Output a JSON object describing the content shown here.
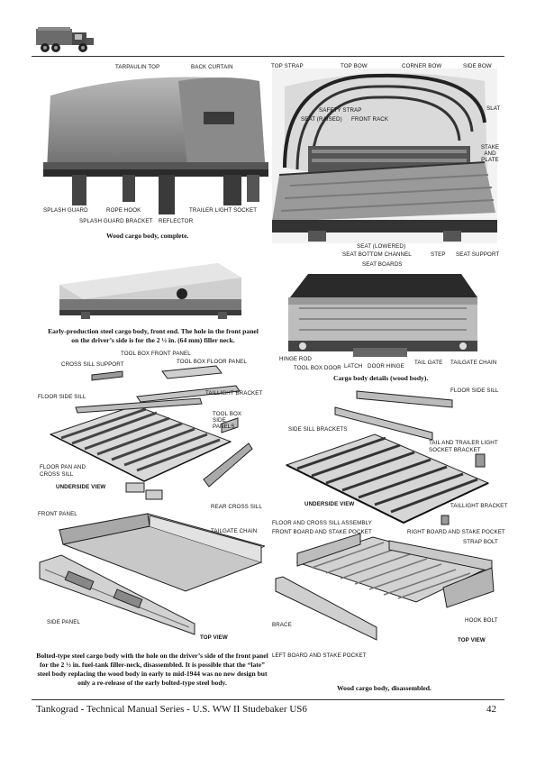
{
  "captions": {
    "wood_complete": "Wood cargo body, complete.",
    "early_steel": "Early-production steel cargo body, front end. The hole in the front panel on the driver’s side is for the 2 ½ in. (64 mm) filler neck.",
    "wood_details": "Cargo body details (wood body).",
    "bolted_steel": "Bolted-type steel cargo body with the hole on the driver’s side of the front panel for the 2 ½ in. fuel-tank filler-neck, disassembled. It is possible that the “late” steel body replacing the wood body in early to mid-1944 was no new design but only a re-release of the early bolted-type steel body.",
    "wood_disassembled": "Wood cargo body, disassembled."
  },
  "fig1_labels": {
    "tarpaulin_top": "TARPAULIN TOP",
    "back_curtain": "BACK CURTAIN",
    "splash_guard": "SPLASH GUARD",
    "rope_hook": "ROPE HOOK",
    "splash_guard_bracket": "SPLASH GUARD BRACKET",
    "reflector": "REFLECTOR",
    "trailer_light_socket": "TRAILER LIGHT SOCKET"
  },
  "fig2_labels": {
    "top_strap": "TOP STRAP",
    "top_bow": "TOP BOW",
    "corner_bow": "CORNER BOW",
    "side_bow": "SIDE BOW",
    "safety_strap": "SAFETY STRAP",
    "seat_raised": "SEAT (RAISED)",
    "front_rack": "FRONT RACK",
    "slat": "SLAT",
    "stake_and_plate": "STAKE AND PLATE",
    "seat_lowered": "SEAT (LOWERED)",
    "seat_bottom_channel": "SEAT BOTTOM CHANNEL",
    "step": "STEP",
    "seat_support": "SEAT SUPPORT"
  },
  "fig4_labels": {
    "seat_boards": "SEAT BOARDS",
    "hinge_rod": "HINGE ROD",
    "tool_box_door": "TOOL BOX DOOR",
    "latch": "LATCH",
    "door_hinge": "DOOR HINGE",
    "tail_gate": "TAIL GATE",
    "tailgate_chain": "TAILGATE CHAIN"
  },
  "fig5_labels": {
    "tool_box_front_panel": "TOOL BOX FRONT PANEL",
    "cross_sill_support": "CROSS SILL SUPPORT",
    "tool_box_floor_panel": "TOOL BOX FLOOR PANEL",
    "floor_side_sill": "FLOOR SIDE SILL",
    "taillight_bracket": "TAILLIGHT BRACKET",
    "tool_box_side_panels": "TOOL BOX SIDE PANELS",
    "floor_pan_and_cross_sill": "FLOOR PAN AND CROSS SILL",
    "underside_view": "UNDERSIDE VIEW",
    "rear_cross_sill": "REAR CROSS SILL",
    "front_panel": "FRONT PANEL",
    "tailgate_chain": "TAILGATE CHAIN",
    "side_panel": "SIDE PANEL",
    "top_view": "TOP VIEW"
  },
  "fig6_labels": {
    "floor_side_sill": "FLOOR SIDE SILL",
    "side_sill_brackets": "SIDE SILL BRACKETS",
    "tail_and_trailer_light_socket_bracket": "TAIL AND TRAILER LIGHT SOCKET BRACKET",
    "underside_view": "UNDERSIDE VIEW",
    "taillight_bracket": "TAILLIGHT BRACKET",
    "floor_and_cross_sill_assembly": "FLOOR AND CROSS SILL ASSEMBLY",
    "front_board_and_stake_pocket": "FRONT BOARD AND STAKE POCKET",
    "right_board_and_stake_pocket": "RIGHT BOARD AND STAKE POCKET",
    "strap_bolt": "STRAP BOLT",
    "brace": "BRACE",
    "hook_bolt": "HOOK BOLT",
    "left_board_and_stake_pocket": "LEFT BOARD AND STAKE POCKET",
    "top_view": "TOP VIEW"
  },
  "footer": {
    "series": "Tankograd - Technical Manual Series - U.S. WW II Studebaker US6",
    "page_number": "42"
  },
  "colors": {
    "rule": "#333333",
    "photo_dark": "#3a3a3a",
    "photo_mid": "#8a8a8a",
    "photo_light": "#d6d6d6"
  }
}
